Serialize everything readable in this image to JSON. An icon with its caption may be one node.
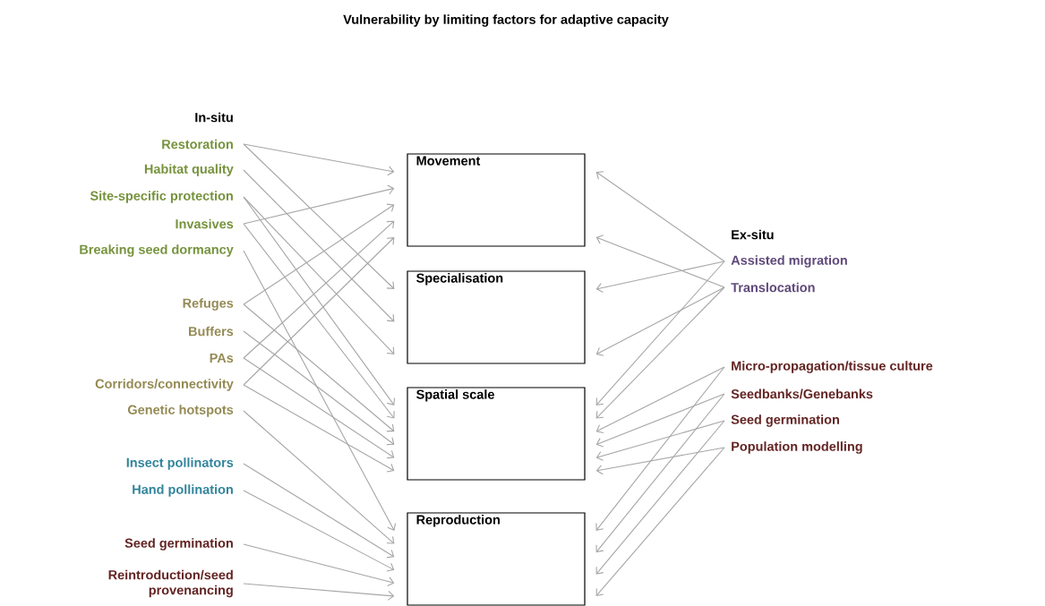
{
  "diagram": {
    "title": "Vulnerability by limiting factors for adaptive capacity",
    "nodes": [
      {
        "text": [
          "Restoration"
        ]
      },
      {
        "text": [
          "Habitat quality"
        ]
      },
      {
        "text": [
          "Site-specific protection"
        ]
      },
      {
        "text": [
          "Invasives"
        ]
      },
      {
        "text": [
          "Breaking seed dormancy"
        ]
      },
      {
        "text": [
          "Refuges"
        ]
      },
      {
        "text": [
          "Buffers"
        ]
      },
      {
        "text": [
          "PAs"
        ]
      },
      {
        "text": [
          "Corridors/connectivity"
        ]
      },
      {
        "text": [
          "Genetic hotspots"
        ]
      },
      {
        "text": [
          "Insect pollinators"
        ]
      },
      {
        "text": [
          "Hand pollination"
        ]
      },
      {
        "text": [
          "Seed germination"
        ]
      },
      {
        "text": [
          "Reintroduction/seed provenancing"
        ]
      },
      {
        "text": [
          "Movement"
        ]
      },
      {
        "text": [
          "Specialisation"
        ]
      },
      {
        "text": [
          "Spatial scale"
        ]
      },
      {
        "text": [
          "Reproduction"
        ]
      },
      {
        "text": [
          "Assisted migration"
        ]
      },
      {
        "text": [
          "Translocation"
        ]
      },
      {
        "text": [
          "Micro-propagation/tissue culture"
        ]
      },
      {
        "text": [
          "Seedbanks/Genebanks"
        ]
      },
      {
        "text": [
          "Seed germination"
        ]
      },
      {
        "text": [
          "Population modelling"
        ]
      }
    ],
    "edges": [
      {
        "from": 0,
        "to": 14,
        "arrow": "to"
      },
      {
        "from": 0,
        "to": 15,
        "arrow": "to"
      },
      {
        "from": 1,
        "to": 15,
        "arrow": "to"
      },
      {
        "from": 2,
        "to": 15,
        "arrow": "to"
      },
      {
        "from": 2,
        "to": 16,
        "arrow": "to"
      },
      {
        "from": 3,
        "to": 14,
        "arrow": "to"
      },
      {
        "from": 3,
        "to": 16,
        "arrow": "to"
      },
      {
        "from": 4,
        "to": 17,
        "arrow": "to"
      },
      {
        "from": 5,
        "to": 14,
        "arrow": "to"
      },
      {
        "from": 5,
        "to": 16,
        "arrow": "to"
      },
      {
        "from": 6,
        "to": 16,
        "arrow": "to"
      },
      {
        "from": 7,
        "to": 14,
        "arrow": "to"
      },
      {
        "from": 7,
        "to": 16,
        "arrow": "to"
      },
      {
        "from": 8,
        "to": 14,
        "arrow": "to"
      },
      {
        "from": 8,
        "to": 16,
        "arrow": "to"
      },
      {
        "from": 9,
        "to": 17,
        "arrow": "to"
      },
      {
        "from": 10,
        "to": 17,
        "arrow": "to"
      },
      {
        "from": 11,
        "to": 17,
        "arrow": "to"
      },
      {
        "from": 12,
        "to": 17,
        "arrow": "to"
      },
      {
        "from": 13,
        "to": 17,
        "arrow": "to"
      },
      {
        "from": 18,
        "to": 14,
        "arrow": "to"
      },
      {
        "from": 18,
        "to": 15,
        "arrow": "to"
      },
      {
        "from": 18,
        "to": 16,
        "arrow": "to"
      },
      {
        "from": 19,
        "to": 14,
        "arrow": "to"
      },
      {
        "from": 19,
        "to": 15,
        "arrow": "to"
      },
      {
        "from": 19,
        "to": 16,
        "arrow": "to"
      },
      {
        "from": 20,
        "to": 16,
        "arrow": "to"
      },
      {
        "from": 20,
        "to": 17,
        "arrow": "to"
      },
      {
        "from": 21,
        "to": 16,
        "arrow": "to"
      },
      {
        "from": 21,
        "to": 17,
        "arrow": "to"
      },
      {
        "from": 22,
        "to": 16,
        "arrow": "to"
      },
      {
        "from": 22,
        "to": 17,
        "arrow": "to"
      },
      {
        "from": 23,
        "to": 16,
        "arrow": "to"
      },
      {
        "from": 23,
        "to": 17,
        "arrow": "to"
      }
    ],
    "labels": [
      "In-situ",
      "Ex-situ"
    ]
  }
}
